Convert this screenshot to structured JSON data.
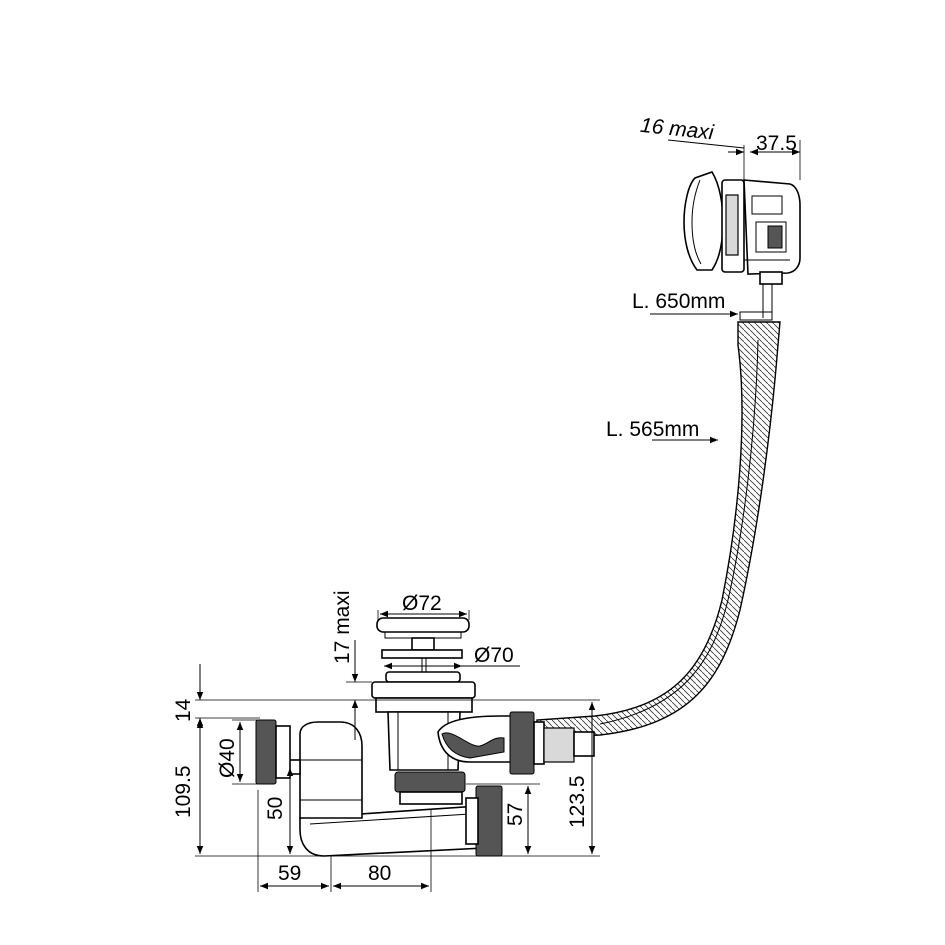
{
  "labels": {
    "overflow_depth": "16 maxi",
    "overflow_width": "37.5",
    "cable_length": "L. 650mm",
    "hose_length": "L. 565mm",
    "flange_thickness": "17 maxi",
    "plug_diameter": "Ø72",
    "outlet_diameter": "Ø70",
    "top_offset": "14",
    "pipe_diameter": "Ø40",
    "total_height_left": "109.5",
    "elbow_height": "50",
    "trap_height": "57",
    "total_height_right": "123.5",
    "horizontal_left": "59",
    "horizontal_center": "80"
  }
}
